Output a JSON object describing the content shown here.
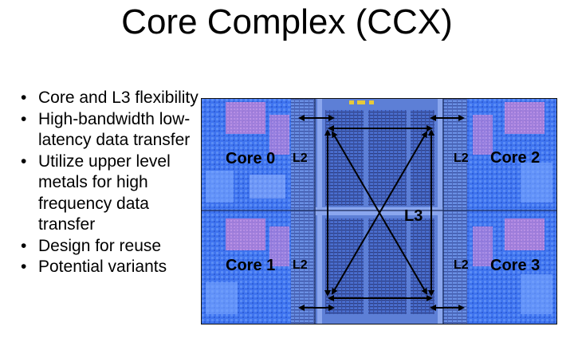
{
  "slide": {
    "title": "Core Complex (CCX)",
    "bullets": [
      "Core and L3 flexibility",
      "High-bandwidth low-latency data transfer",
      "Utilize upper level metals for high frequency data transfer",
      "Design for reuse",
      "Potential variants"
    ]
  },
  "die": {
    "cores": [
      "Core 0",
      "Core 1",
      "Core 2",
      "Core 3"
    ],
    "l2_label": "L2",
    "l3_label": "L3"
  }
}
